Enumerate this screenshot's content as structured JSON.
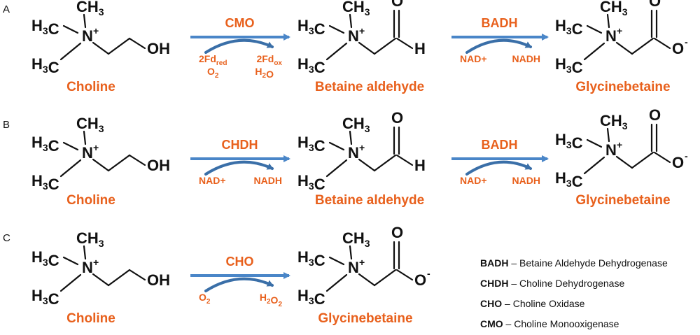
{
  "colors": {
    "accent": "#e8601c",
    "arrow": "#4a86c8",
    "text": "#111111"
  },
  "panels": [
    {
      "label": "A",
      "steps": [
        {
          "enzyme": "CMO",
          "left": [
            {
              "t": "2Fd"
            },
            {
              "t": "red",
              "sub": true
            }
          ],
          "left2": [
            {
              "t": "O"
            },
            {
              "t": "2",
              "sub": true
            }
          ],
          "right": [
            {
              "t": "2Fd"
            },
            {
              "t": "ox",
              "sub": true
            }
          ],
          "right2": [
            {
              "t": "H"
            },
            {
              "t": "2",
              "sub": true
            },
            {
              "t": "O"
            }
          ]
        },
        {
          "enzyme": "BADH",
          "left": [
            {
              "t": "NAD+"
            }
          ],
          "right": [
            {
              "t": "NADH"
            }
          ]
        }
      ],
      "compounds": [
        "Choline",
        "Betaine aldehyde",
        "Glycinebetaine"
      ]
    },
    {
      "label": "B",
      "steps": [
        {
          "enzyme": "CHDH",
          "left": [
            {
              "t": "NAD+"
            }
          ],
          "right": [
            {
              "t": "NADH"
            }
          ]
        },
        {
          "enzyme": "BADH",
          "left": [
            {
              "t": "NAD+"
            }
          ],
          "right": [
            {
              "t": "NADH"
            }
          ]
        }
      ],
      "compounds": [
        "Choline",
        "Betaine aldehyde",
        "Glycinebetaine"
      ]
    },
    {
      "label": "C",
      "steps": [
        {
          "enzyme": "CHO",
          "left": [
            {
              "t": "O"
            },
            {
              "t": "2",
              "sub": true
            }
          ],
          "right": [
            {
              "t": "H"
            },
            {
              "t": "2",
              "sub": true
            },
            {
              "t": "O"
            },
            {
              "t": "2",
              "sub": true
            }
          ]
        }
      ],
      "compounds": [
        "Choline",
        "Glycinebetaine"
      ]
    }
  ],
  "chem": {
    "methyl": "H",
    "methyl_c": "C",
    "methyl_n": "3",
    "n": "N",
    "plus": "+",
    "oh": "OH",
    "o": "O",
    "h": "H",
    "ominus": "O",
    "minus": "-"
  },
  "legend": [
    {
      "abbr": "BADH",
      "dash": " – ",
      "name": "Betaine Aldehyde Dehydrogenase"
    },
    {
      "abbr": "CHDH",
      "dash": " – ",
      "name": "Choline Dehydrogenase"
    },
    {
      "abbr": "CHO",
      "dash": " – ",
      "name": "Choline Oxidase"
    },
    {
      "abbr": "CMO",
      "dash": " – ",
      "name": "Choline Monooxigenase"
    }
  ]
}
